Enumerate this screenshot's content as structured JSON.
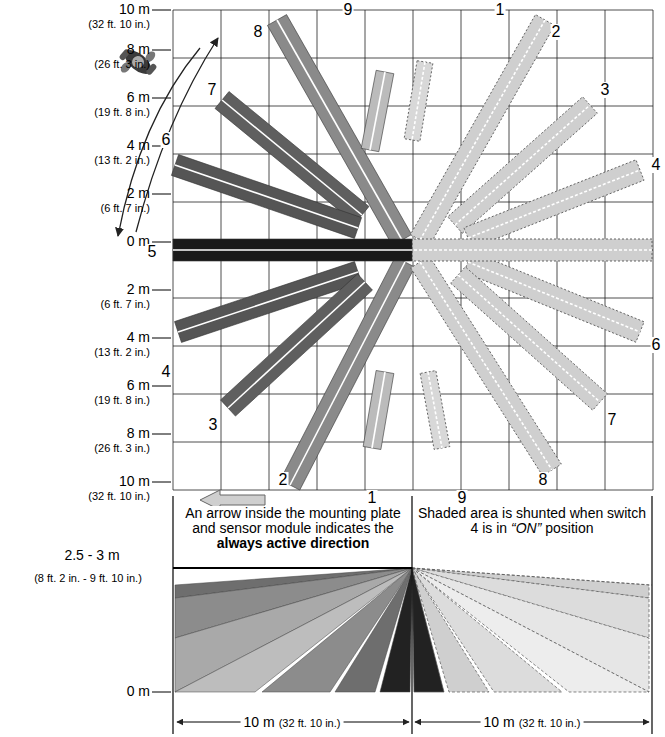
{
  "diagram": {
    "labels": [
      "10 m",
      "(32 ft. 10 in.)",
      "8 m",
      "(26 ft. 3 in.)",
      "6 m",
      "(19 ft. 8 in.)",
      "4 m",
      "(13 ft. 2 in.)",
      "2 m",
      "(6 ft. 7 in.)",
      "0 m",
      "2 m",
      "(6 ft. 7 in.)",
      "4 m",
      "(13 ft. 2 in.)",
      "6 m",
      "(19 ft. 8 in.)",
      "8 m",
      "(26 ft. 3 in.)",
      "10 m",
      "(32 ft. 10 in.)",
      "9",
      "1",
      "8",
      "2",
      "7",
      "3",
      "6",
      "4",
      "5",
      "4",
      "6",
      "3",
      "7",
      "2",
      "8",
      "1",
      "9",
      "An arrow inside the mounting plate and sensor module indicates the",
      "always active direction",
      "Shaded area is shunted when switch 4 is in",
      "“ON”",
      "position",
      "2.5 - 3 m",
      "(8 ft. 2 in. - 9 ft. 10 in.)",
      "0 m",
      "10 m",
      "(32 ft. 10 in.)",
      "10 m",
      "(32 ft. 10 in.)"
    ]
  }
}
